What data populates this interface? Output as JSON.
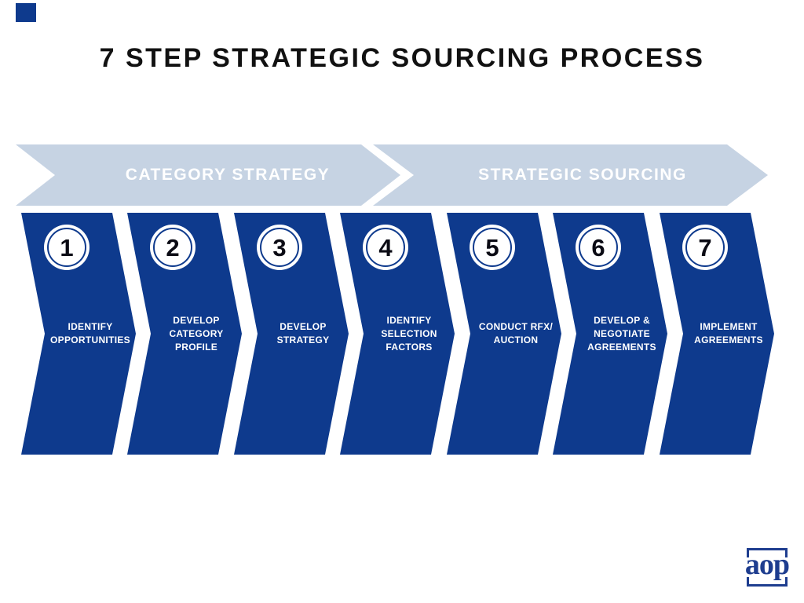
{
  "title": "7 STEP STRATEGIC SOURCING PROCESS",
  "phases": [
    {
      "label": "CATEGORY STRATEGY"
    },
    {
      "label": "STRATEGIC SOURCING"
    }
  ],
  "steps": [
    {
      "number": "1",
      "label": [
        "IDENTIFY",
        "OPPORTUNITIES"
      ]
    },
    {
      "number": "2",
      "label": [
        "DEVELOP",
        "CATEGORY",
        "PROFILE"
      ]
    },
    {
      "number": "3",
      "label": [
        "DEVELOP",
        "STRATEGY"
      ]
    },
    {
      "number": "4",
      "label": [
        "IDENTIFY",
        "SELECTION",
        "FACTORS"
      ]
    },
    {
      "number": "5",
      "label": [
        "CONDUCT RFX/",
        "AUCTION"
      ]
    },
    {
      "number": "6",
      "label": [
        "DEVELOP &",
        "NEGOTIATE",
        "AGREEMENTS"
      ]
    },
    {
      "number": "7",
      "label": [
        "IMPLEMENT",
        "AGREEMENTS"
      ]
    }
  ],
  "logo": {
    "text": "aop"
  },
  "colors": {
    "navy": "#0e3a8d",
    "banner-blue": "#c6d3e3",
    "logo-navy": "#1e3d8f",
    "number-black": "#0b0b14",
    "title-black": "#111111"
  }
}
